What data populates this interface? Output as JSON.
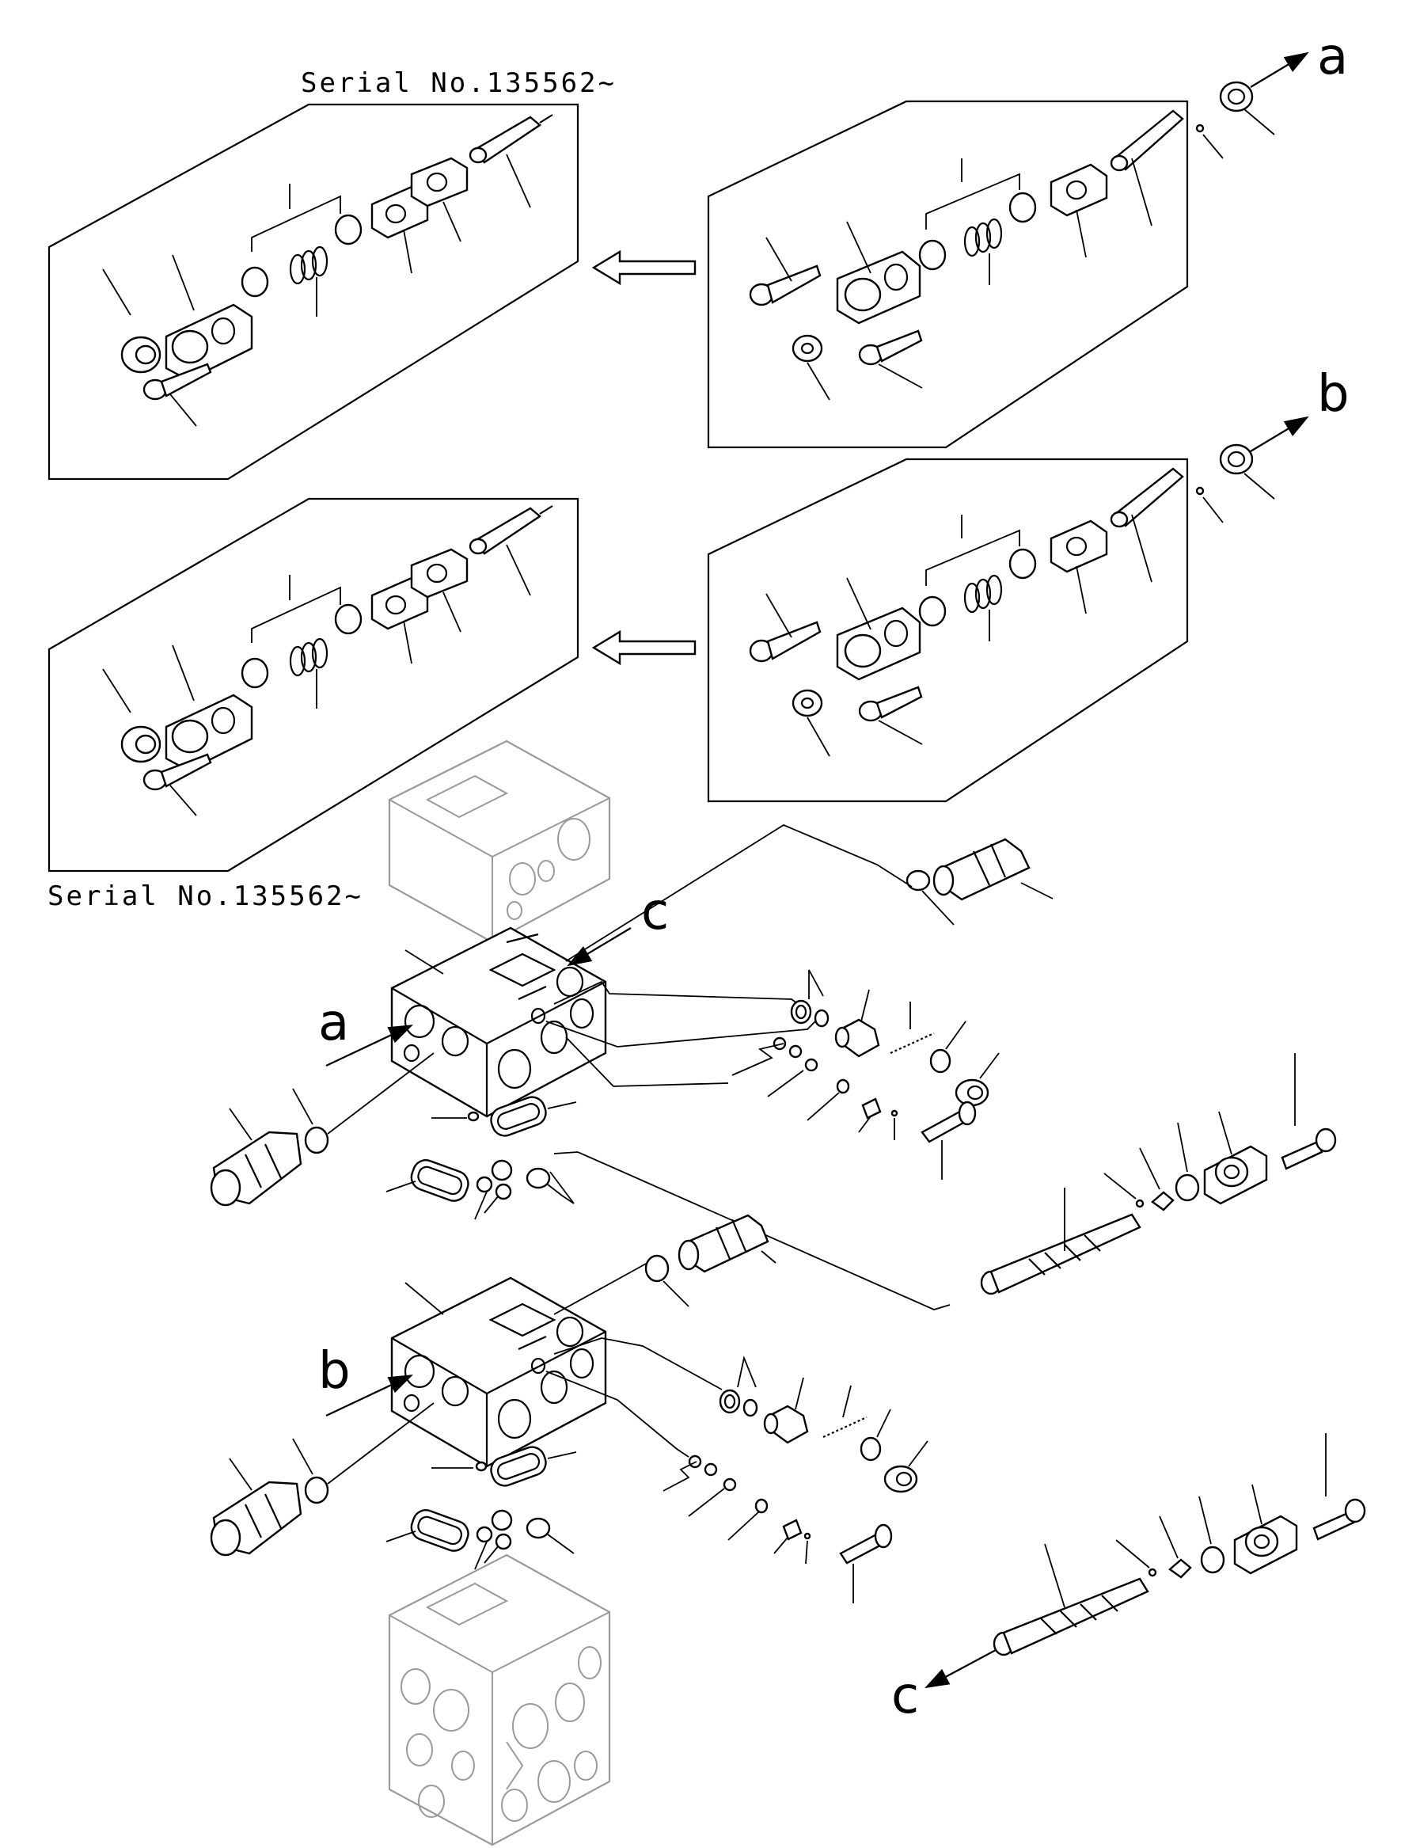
{
  "labels": {
    "serial_top": "Serial No.135562~",
    "serial_mid": "Serial No.135562~",
    "a_right": "a",
    "b_right": "b",
    "c_arrow": "c",
    "a_block": "a",
    "b_block": "b",
    "c_bottom": "c"
  },
  "colors": {
    "line": "#000000",
    "ghost": "#9a9a9a",
    "background": "#ffffff"
  }
}
